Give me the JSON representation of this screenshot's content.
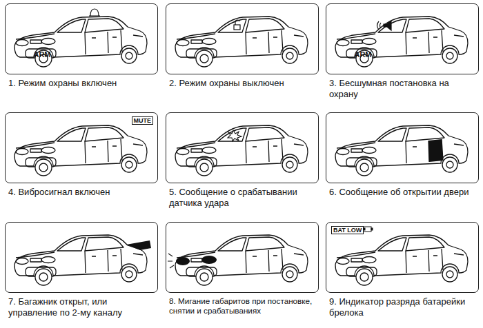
{
  "diagram": {
    "nodes": [
      {
        "text": [
          "ARM",
          "1. Режим охраны включен"
        ]
      },
      {
        "text": [
          "2. Режим охраны выключен"
        ]
      },
      {
        "text": [
          "ARM",
          "3. Бесшумная постановка на охрану"
        ]
      },
      {
        "text": [
          "MUTE",
          "4. Вибросигнал включен"
        ]
      },
      {
        "text": [
          "5. Сообщение о срабатывании датчика удара"
        ]
      },
      {
        "text": [
          "6. Сообщение об открытии двери"
        ]
      },
      {
        "text": [
          "7. Багажник открыт, или управление по 2-му каналу"
        ]
      },
      {
        "text": [
          "8. Мигание габаритов при постановке, снятии и срабатываниях"
        ]
      },
      {
        "text": [
          "BAT LOW",
          "9. Индикатор разряда батарейки брелока"
        ]
      }
    ]
  }
}
